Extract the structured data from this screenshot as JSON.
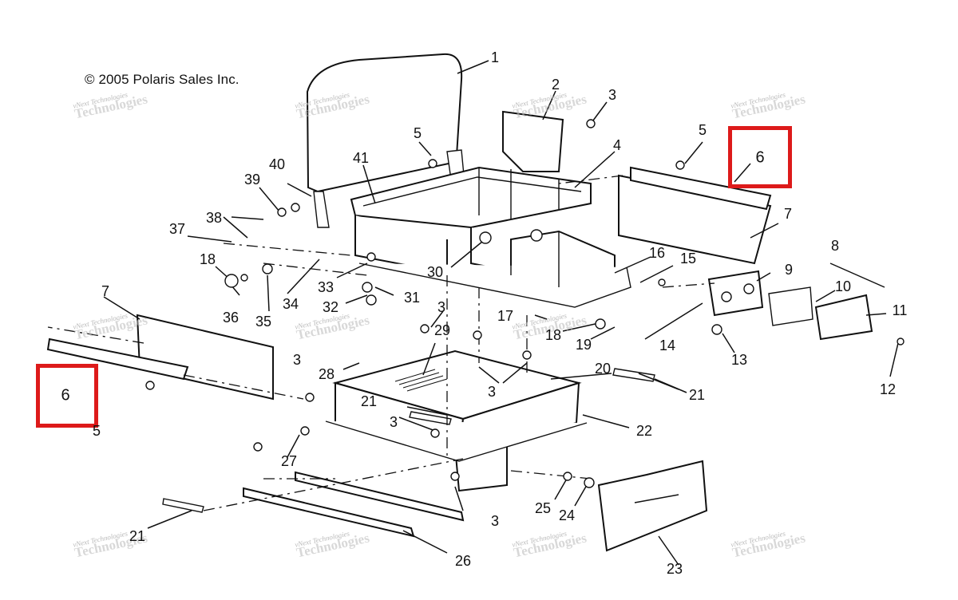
{
  "copyright": "© 2005 Polaris Sales Inc.",
  "watermark": {
    "line1": "vNext Technologies",
    "line2": "Technologies"
  },
  "highlight_color": "#dd1a1a",
  "callouts": {
    "c1": "1",
    "c2": "2",
    "c3a": "3",
    "c4": "4",
    "c5a": "5",
    "c5b": "5",
    "c5c": "5",
    "c7a": "7",
    "c7b": "7",
    "c8": "8",
    "c9": "9",
    "c10": "10",
    "c11": "11",
    "c12": "12",
    "c13": "13",
    "c14": "14",
    "c15": "15",
    "c16": "16",
    "c17": "17",
    "c18a": "18",
    "c18b": "18",
    "c19": "19",
    "c20": "20",
    "c21a": "21",
    "c21b": "21",
    "c21c": "21",
    "c22": "22",
    "c23": "23",
    "c24": "24",
    "c25": "25",
    "c26": "26",
    "c27": "27",
    "c28": "28",
    "c29": "29",
    "c30": "30",
    "c31": "31",
    "c32": "32",
    "c33": "33",
    "c34": "34",
    "c35": "35",
    "c36": "36",
    "c37": "37",
    "c38": "38",
    "c39": "39",
    "c40": "40",
    "c41": "41",
    "c3b": "3",
    "c3c": "3",
    "c3d": "3",
    "c3e": "3",
    "c3f": "3"
  },
  "highlighted_parts": {
    "right": "6",
    "left": "6"
  }
}
